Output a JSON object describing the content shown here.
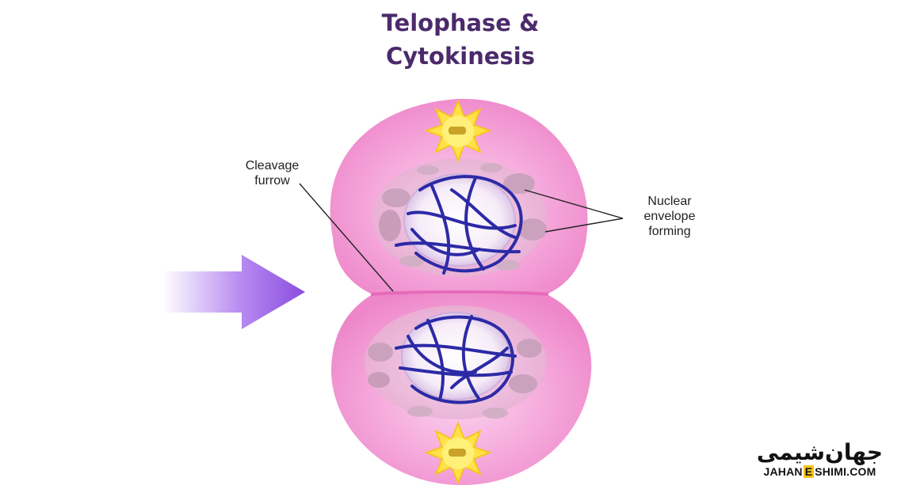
{
  "title": {
    "line1": "Telophase &",
    "line2": "Cytokinesis"
  },
  "labels": {
    "cleavage_line1": "Cleavage",
    "cleavage_line2": "furrow",
    "nuclear_line1": "Nuclear",
    "nuclear_line2": "envelope",
    "nuclear_line3": "forming"
  },
  "watermark": {
    "persian": "جهان‌شیمی",
    "latin_left": "JAHAN",
    "latin_mid": "E",
    "latin_right": "SHIMI.COM"
  },
  "colors": {
    "title": "#4b2a6b",
    "cell": "#f29ed4",
    "chromosome": "#2c2aa6",
    "arrow": "#8a4de0",
    "centrosome": "#ffe24a"
  }
}
